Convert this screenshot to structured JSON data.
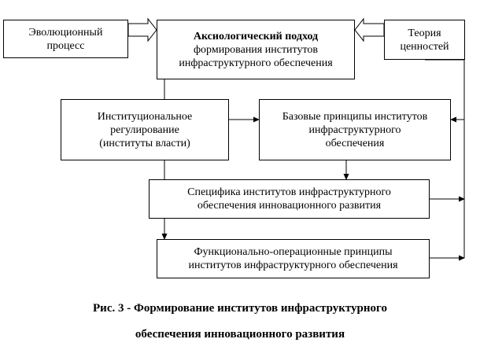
{
  "diagram": {
    "boxes": {
      "evolution": {
        "lines": [
          "Эволюционный",
          "процесс"
        ]
      },
      "axiological": {
        "title": "Аксиологический подход",
        "lines": [
          "формирования институтов",
          "инфраструктурного обеспечения"
        ]
      },
      "theory": {
        "lines": [
          "Теория",
          "ценностей"
        ]
      },
      "institutional": {
        "lines": [
          "Институциональное",
          "регулирование",
          "(институты власти)"
        ]
      },
      "basic_principles": {
        "lines": [
          "Базовые принципы институтов",
          "инфраструктурного",
          "обеспечения"
        ]
      },
      "specifics": {
        "lines": [
          "Специфика институтов инфраструктурного",
          "обеспечения  инновационного развития"
        ]
      },
      "functional": {
        "lines": [
          "Функционально-операционные принципы",
          "институтов инфраструктурного обеспечения"
        ]
      }
    }
  },
  "caption": {
    "line1": "Рис. 3 -  Формирование институтов инфраструктурного",
    "line2": "обеспечения инновационного развития"
  }
}
